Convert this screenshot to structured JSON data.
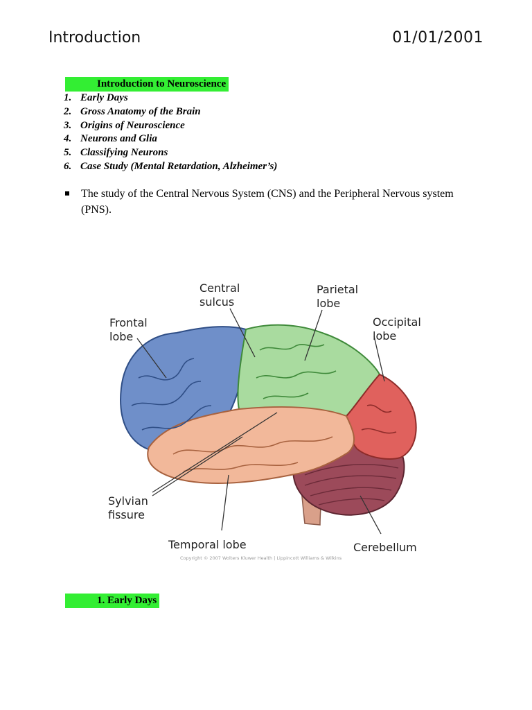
{
  "header": {
    "title": "Introduction",
    "date": "01/01/2001"
  },
  "toc": {
    "heading": "Introduction to Neuroscience",
    "items": [
      {
        "num": "1.",
        "text": "Early Days"
      },
      {
        "num": "2.",
        "text": "Gross Anatomy of the Brain"
      },
      {
        "num": "3.",
        "text": "Origins of Neuroscience"
      },
      {
        "num": "4.",
        "text": "Neurons and Glia"
      },
      {
        "num": "5.",
        "text": "Classifying Neurons"
      },
      {
        "num": "6.",
        "text": "Case Study (Mental Retardation, Alzheimer’s)"
      }
    ]
  },
  "bullet": {
    "text": "The study of the Central Nervous System (CNS) and the Peripheral Nervous system (PNS)."
  },
  "figure": {
    "labels": {
      "frontal_1": "Frontal",
      "frontal_2": "lobe",
      "central_1": "Central",
      "central_2": "sulcus",
      "parietal_1": "Parietal",
      "parietal_2": "lobe",
      "occipital_1": "Occipital",
      "occipital_2": "lobe",
      "sylvian_1": "Sylvian",
      "sylvian_2": "fissure",
      "temporal": "Temporal lobe",
      "cerebellum": "Cerebellum"
    },
    "copyright": "Copyright © 2007 Wolters Kluwer Health | Lippincott Williams & Wilkins",
    "colors": {
      "frontal": "#6f8fc9",
      "parietal": "#a9db9f",
      "occipital": "#e0615d",
      "temporal": "#f2b89a",
      "cerebellum": "#9c4a5a",
      "brainstem": "#d9a08a"
    }
  },
  "section": {
    "heading": "1. Early Days"
  }
}
